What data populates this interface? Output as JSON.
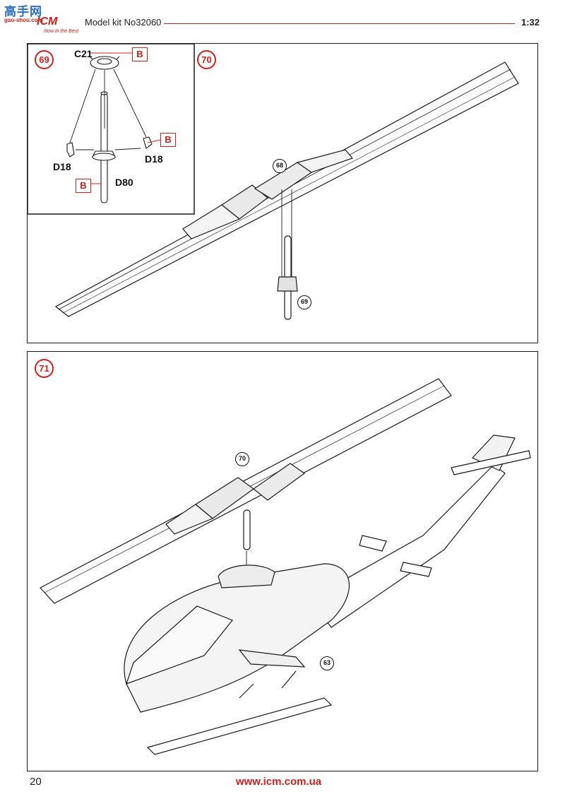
{
  "header": {
    "logo": {
      "site_text": "高手网",
      "site_url": "gao-shou.com",
      "brand": "ICM",
      "slogan": "Now in the Best"
    },
    "kit_title": "Model kit No32060",
    "scale": "1:32",
    "accent_color": "#d0201a"
  },
  "steps": {
    "s69": {
      "number": "69",
      "labels": {
        "c21": "C21",
        "d18_left": "D18",
        "d18_right": "D18",
        "d80": "D80"
      },
      "badges": [
        "B",
        "B",
        "B"
      ]
    },
    "s70": {
      "number": "70",
      "refs": [
        "68",
        "69"
      ]
    },
    "s71": {
      "number": "71",
      "refs": [
        "70",
        "63"
      ]
    }
  },
  "footer": {
    "page_number": "20",
    "website": "www.icm.com.ua"
  }
}
